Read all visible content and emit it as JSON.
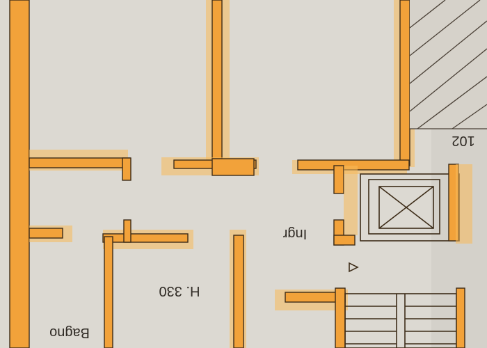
{
  "labels": {
    "room": "Bagno",
    "height": "H. 330",
    "entrance": "Ingr",
    "number": "102"
  },
  "colors": {
    "paper": "#d9d6cf",
    "wall_fill": "#f2a23a",
    "wall_line": "#3d2c18"
  }
}
